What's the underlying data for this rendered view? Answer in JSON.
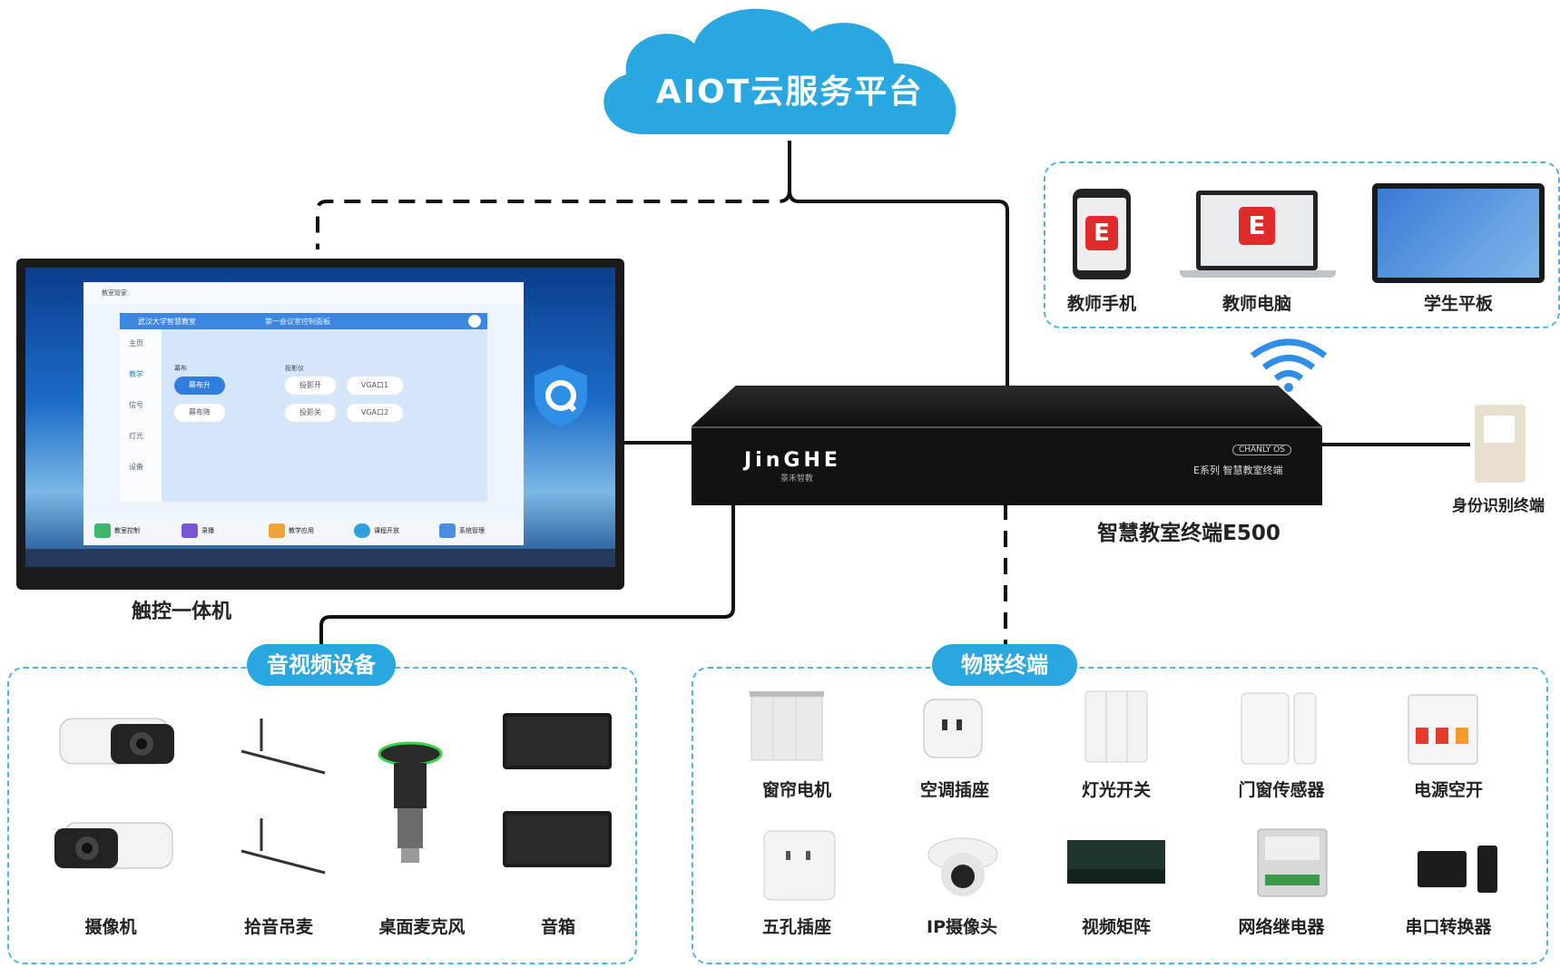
{
  "cloud": {
    "title": "AIOT云服务平台"
  },
  "router": {
    "logo": "JinGHE",
    "logo_sub": "景禾智教",
    "os_badge": "CHANLY OS",
    "series": "E系列  智慧教室终端",
    "label": "智慧教室终端E500"
  },
  "touch_panel": {
    "label": "触控一体机",
    "app": {
      "title": "教室管家",
      "header_left": "武汉大学智慧教室",
      "header_right": "第一会议室控制面板",
      "sidebar": [
        "主页",
        "教学",
        "信号",
        "灯光",
        "设备"
      ],
      "group1_title": "幕布",
      "group2_title": "投影仪",
      "buttons": [
        "幕布升",
        "幕布降",
        "投影开",
        "投影关",
        "VGA口1",
        "VGA口2"
      ],
      "dock": [
        "教室控制",
        "录播",
        "教学应用",
        "课程开放",
        "系统管理"
      ]
    }
  },
  "mobile_devices": [
    {
      "name": "教师手机",
      "icon": "phone-icon"
    },
    {
      "name": "教师电脑",
      "icon": "laptop-icon"
    },
    {
      "name": "学生平板",
      "icon": "tablet-icon"
    }
  ],
  "id_terminal": {
    "label": "身份识别终端"
  },
  "av_group": {
    "title": "音视频设备",
    "items": [
      {
        "name": "摄像机",
        "icon": "camera-icon"
      },
      {
        "name": "拾音吊麦",
        "icon": "hanging-mic-icon"
      },
      {
        "name": "桌面麦克风",
        "icon": "desktop-mic-icon"
      },
      {
        "name": "音箱",
        "icon": "speaker-icon"
      }
    ]
  },
  "iot_group": {
    "title": "物联终端",
    "items": [
      {
        "name": "窗帘电机",
        "icon": "curtain-icon"
      },
      {
        "name": "空调插座",
        "icon": "ac-socket-icon"
      },
      {
        "name": "灯光开关",
        "icon": "light-switch-icon"
      },
      {
        "name": "门窗传感器",
        "icon": "door-sensor-icon"
      },
      {
        "name": "电源空开",
        "icon": "breaker-icon"
      },
      {
        "name": "五孔插座",
        "icon": "outlet-icon"
      },
      {
        "name": "IP摄像头",
        "icon": "ip-camera-icon"
      },
      {
        "name": "视频矩阵",
        "icon": "video-matrix-icon"
      },
      {
        "name": "网络继电器",
        "icon": "relay-icon"
      },
      {
        "name": "串口转换器",
        "icon": "serial-converter-icon"
      }
    ]
  },
  "colors": {
    "accent": "#29a7e1",
    "dash": "#4fb3e6",
    "cloud": "#29a7e1",
    "router": "#121212"
  }
}
